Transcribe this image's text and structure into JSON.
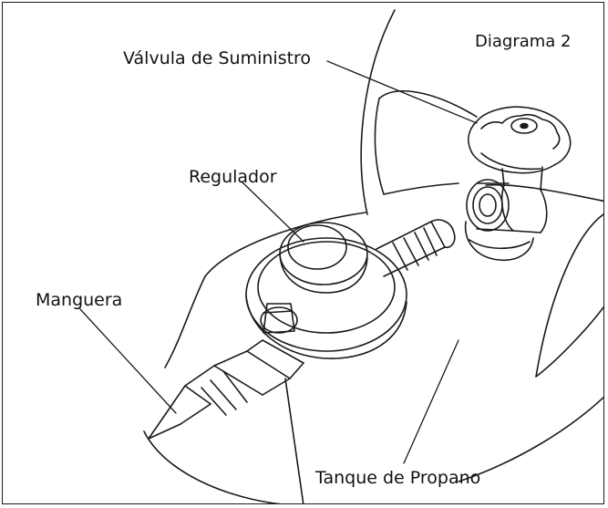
{
  "diagram": {
    "title": "Diagrama 2",
    "labels": {
      "valve": "Válvula de Suministro",
      "regulator": "Regulador",
      "hose": "Manguera",
      "tank": "Tanque de Propano"
    }
  },
  "colors": {
    "line": "#1a1a1a",
    "background": "#ffffff"
  }
}
